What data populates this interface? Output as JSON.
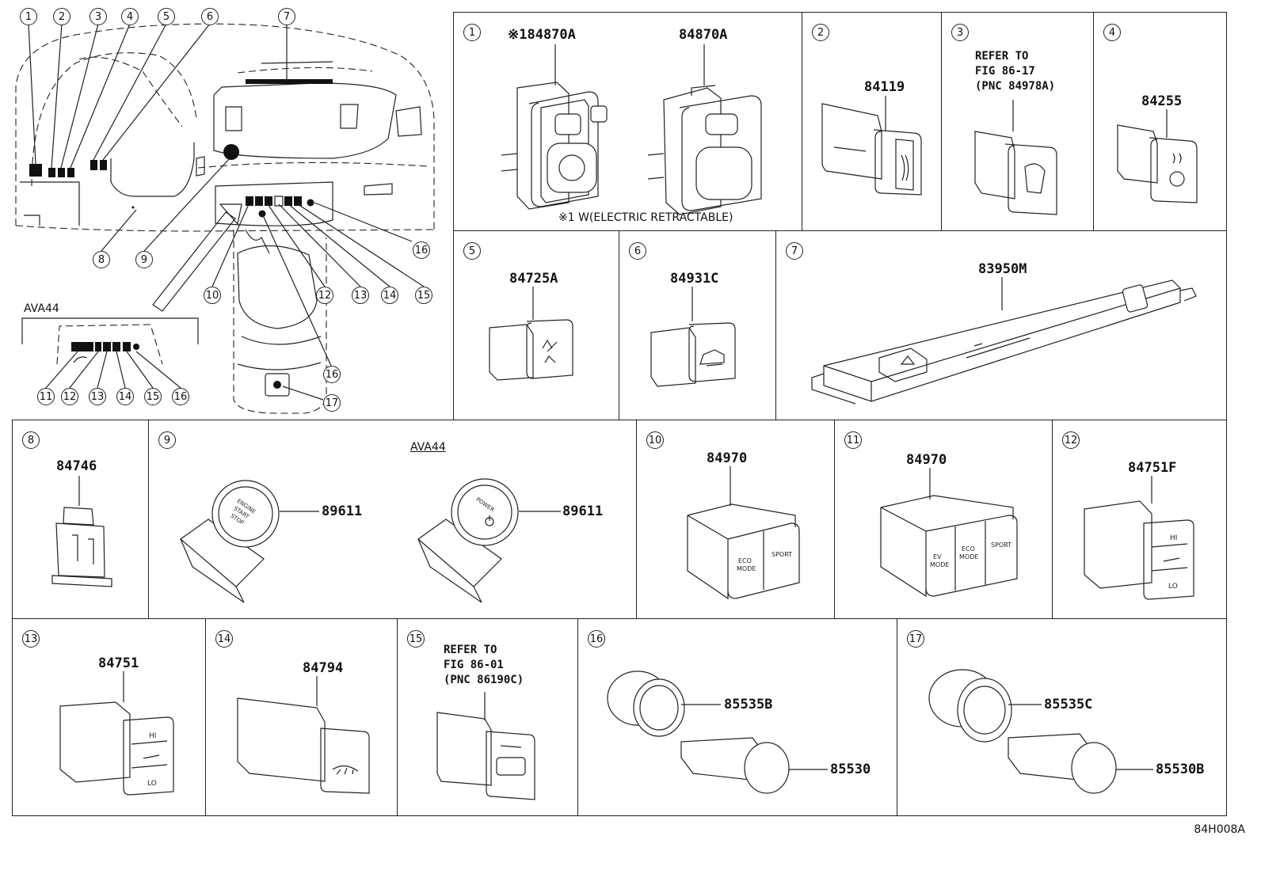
{
  "figure_code": "84H008A",
  "overview": {
    "callouts_top": [
      "1",
      "2",
      "3",
      "4",
      "5",
      "6",
      "7"
    ],
    "callouts_bottom": [
      "8",
      "9",
      "10",
      "16",
      "12",
      "13",
      "14",
      "15"
    ],
    "callouts_console": [
      "16",
      "17"
    ],
    "inset_label": "AVA44",
    "inset_callouts": [
      "11",
      "12",
      "13",
      "14",
      "15",
      "16"
    ]
  },
  "cells": {
    "c1": {
      "num": "1",
      "parts": [
        "※184870A",
        "84870A"
      ],
      "note": "※1 W(ELECTRIC RETRACTABLE)"
    },
    "c2": {
      "num": "2",
      "parts": [
        "84119"
      ]
    },
    "c3": {
      "num": "3",
      "note": "REFER TO\nFIG 86-17\n(PNC 84978A)"
    },
    "c4": {
      "num": "4",
      "parts": [
        "84255"
      ]
    },
    "c5": {
      "num": "5",
      "parts": [
        "84725A"
      ]
    },
    "c6": {
      "num": "6",
      "parts": [
        "84931C"
      ]
    },
    "c7": {
      "num": "7",
      "parts": [
        "83950M"
      ]
    },
    "c8": {
      "num": "8",
      "parts": [
        "84746"
      ]
    },
    "c9": {
      "num": "9",
      "parts": [
        "89611",
        "89611"
      ],
      "variant": "AVA44",
      "button_text_a": "ENGINE START STOP",
      "button_text_b": "POWER"
    },
    "c10": {
      "num": "10",
      "parts": [
        "84970"
      ],
      "labels": [
        "ECO MODE",
        "SPORT"
      ]
    },
    "c11": {
      "num": "11",
      "parts": [
        "84970"
      ],
      "labels": [
        "EV MODE",
        "ECO MODE",
        "SPORT"
      ]
    },
    "c12": {
      "num": "12",
      "parts": [
        "84751F"
      ],
      "labels": [
        "HI",
        "LO"
      ]
    },
    "c13": {
      "num": "13",
      "parts": [
        "84751"
      ],
      "labels": [
        "HI",
        "LO"
      ]
    },
    "c14": {
      "num": "14",
      "parts": [
        "84794"
      ]
    },
    "c15": {
      "num": "15",
      "note": "REFER TO\nFIG 86-01\n(PNC 86190C)"
    },
    "c16": {
      "num": "16",
      "parts": [
        "85535B",
        "85530"
      ]
    },
    "c17": {
      "num": "17",
      "parts": [
        "85535C",
        "85530B"
      ]
    }
  }
}
